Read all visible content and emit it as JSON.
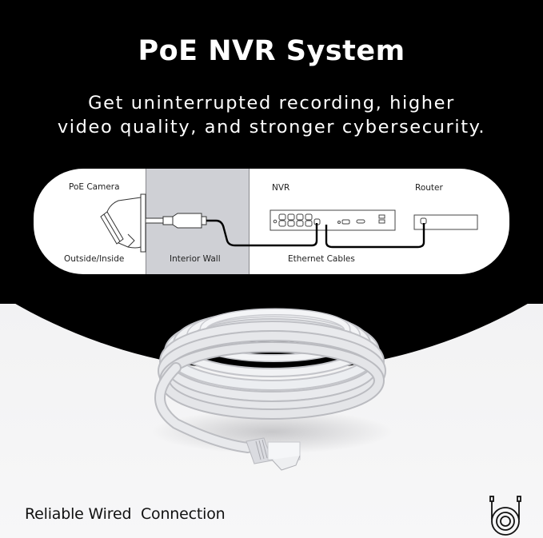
{
  "header": {
    "title": "PoE NVR System",
    "subtitle_line1": "Get uninterrupted recording, higher",
    "subtitle_line2": "video quality, and stronger cybersecurity."
  },
  "diagram": {
    "labels": {
      "poe_camera": "PoE Camera",
      "outside_inside": "Outside/Inside",
      "interior_wall": "Interior Wall",
      "nvr": "NVR",
      "router": "Router",
      "ethernet_cables": "Ethernet Cables"
    },
    "colors": {
      "pill_background": "#ffffff",
      "wall_shade": "#cfd0d5",
      "cable_line": "#000000"
    }
  },
  "product": {
    "image": "coiled-white-ethernet-cable",
    "colors": {
      "cable": "#e8e9ec"
    }
  },
  "footer": {
    "tagline": "Reliable Wired  Connection",
    "icon": "cable-coil-icon"
  },
  "colors": {
    "top_background": "#000000",
    "bottom_background": "#eeeef0",
    "title_text": "#ffffff",
    "tagline_text": "#111111"
  }
}
